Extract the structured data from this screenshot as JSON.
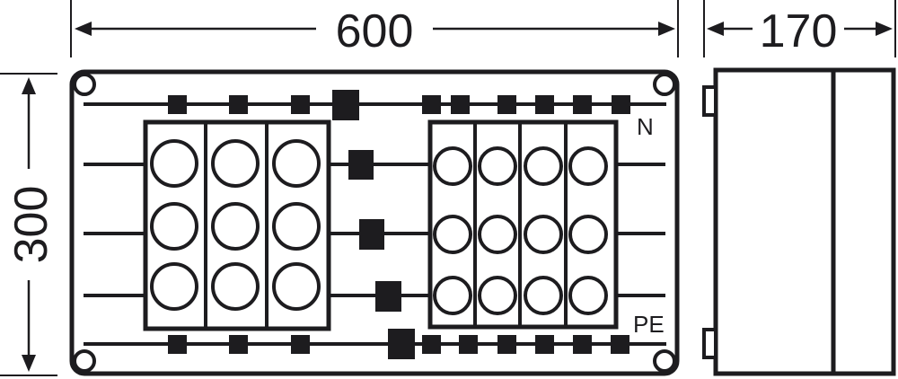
{
  "diagram": {
    "type": "technical-drawing",
    "subject": "distribution enclosure front and side view",
    "colors": {
      "line": "#1d1c1f",
      "background": "#ffffff"
    },
    "dimensions": {
      "width": "600",
      "height": "300",
      "depth": "170"
    },
    "labels": {
      "neutral_bar": "N",
      "protective_earth_bar": "PE"
    },
    "front_view": {
      "left_block": {
        "columns": 3,
        "rows": 3,
        "terminal_count": 9
      },
      "right_block": {
        "columns": 4,
        "rows": 3,
        "terminal_count": 12
      },
      "n_bar_terminals": 10,
      "pe_bar_terminals": 10,
      "phase_lines": 3,
      "phase_bridge_terminals": 3
    },
    "side_view": {
      "hinges": 2,
      "sections": 2
    }
  }
}
